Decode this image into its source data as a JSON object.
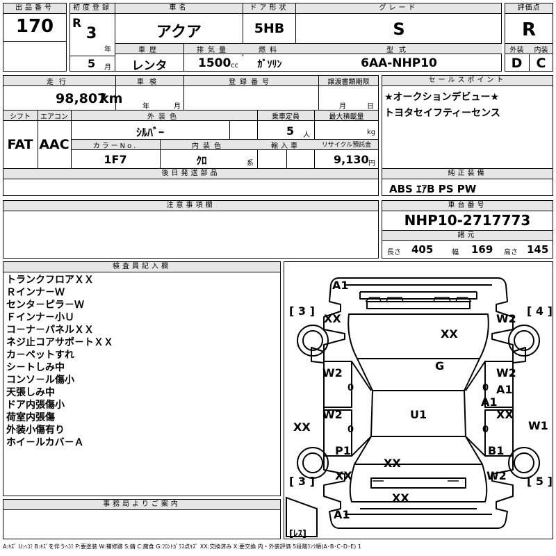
{
  "header": {
    "lot_label": "出品番号",
    "lot_number": "170",
    "first_reg_label": "初度登録",
    "era": "R",
    "year": "3",
    "year_unit": "年",
    "month": "5",
    "month_unit": "月",
    "car_name_label": "車名",
    "car_name": "アクア",
    "door_label": "ドア形状",
    "door": "5HB",
    "grade_label": "グレード",
    "grade": "S",
    "score_label": "評価点",
    "score": "R",
    "history_label": "車歴",
    "history": "レンタ",
    "displacement_label": "排気量",
    "displacement": "1500",
    "displacement_unit": "cc",
    "fuel_label": "燃料",
    "fuel": "ｶﾞｿﾘﾝ",
    "model_label": "型式",
    "model": "6AA-NHP10",
    "exterior_label": "外装",
    "exterior": "D",
    "interior_label": "内装",
    "interior": "C"
  },
  "row2": {
    "mileage_label": "走行",
    "mileage": "98,807",
    "mileage_unit": "km",
    "inspection_label": "車検",
    "insp_year_unit": "年",
    "insp_month_unit": "月",
    "reg_no_label": "登録番号",
    "transfer_label": "譲渡書類期限",
    "transfer_month_unit": "月",
    "transfer_day_unit": "日",
    "shift_label": "シフト",
    "shift": "FAT",
    "ac_label": "エアコン",
    "ac": "AAC",
    "color_label": "外装色",
    "color": "ｼﾙﾊﾞｰ",
    "capacity_label": "乗車定員",
    "capacity": "5",
    "capacity_unit": "人",
    "load_label": "最大積載量",
    "load_unit": "kg",
    "color_no_label": "カラーNo.",
    "color_no": "1F7",
    "interior_color_label": "内装色",
    "interior_color": "ｸﾛ",
    "interior_color_unit": "系",
    "import_label": "輸入車",
    "recycle_label": "リサイクル預託金",
    "recycle": "9,130",
    "recycle_unit": "円",
    "after_parts_label": "後日発送部品"
  },
  "sales_points": {
    "label": "セールスポイント",
    "lines": [
      "★オークションデビュー★",
      "トヨタセイフティーセンス"
    ]
  },
  "equipment": {
    "label": "純正装備",
    "value": "ABS ｴｱB PS PW"
  },
  "notes": {
    "label": "注意事項欄"
  },
  "chassis": {
    "label": "車台番号",
    "value": "NHP10-2717773",
    "dims_label": "諸元",
    "length_label": "長さ",
    "length": "405",
    "width_label": "幅",
    "width": "169",
    "height_label": "高さ",
    "height": "145"
  },
  "inspector": {
    "label": "検査員記入欄",
    "lines": [
      "トランクフロアＸＸ",
      "Ｒインナ－Ｗ",
      "センタ－ピラ－Ｗ",
      "Ｆインナ－小Ｕ",
      "コ－ナ－パネルＸＸ",
      "ネジ止コアサポ－トＸＸ",
      "カ－ペットすれ",
      "シ－トしみ中",
      "コンソ－ル傷小",
      "天張しみ中",
      "ドア内張傷小",
      "荷室内張傷",
      "外装小傷有り",
      "ホイ－ルカバ－Ａ"
    ]
  },
  "office": {
    "label": "事務局よりご案内"
  },
  "diagram": {
    "bracket_tl": "[ 3 ]",
    "bracket_tr": "[ 4 ]",
    "bracket_bl": "[ 3 ]",
    "bracket_br": "[ 5 ]",
    "less": "[ﾚｽ]",
    "marks": {
      "m1": "A1",
      "m2": "XX",
      "m3": "W2",
      "m4": "XX",
      "m5": "G",
      "m6": "W2",
      "m7": "0",
      "m8": "W2",
      "m9": "0",
      "m10": "A1",
      "m11": "A1",
      "m12": "W2",
      "m13": "0",
      "m14": "XX",
      "m15": "U1",
      "m16": "XX",
      "m17": "0",
      "m18": "XX",
      "m19": "W1",
      "m20": "P1",
      "m21": "B1",
      "m22": "XX",
      "m23": "XX",
      "m24": "W2",
      "m25": "XX",
      "m26": "A1"
    }
  },
  "legend": "A:ｷｽﾞ U:ﾍｺﾐ B:ｷｽﾞを伴うﾍｺﾐ P:要塗装 W:補修跡 S:錆 C:腐食 G:ﾌﾛﾝﾄｶﾞﾗｽ点ｷｽﾞ XX:交換済み X:要交換 内・外装評価 5段階ﾗﾝｸ順(A･B･C･D･E) 1"
}
